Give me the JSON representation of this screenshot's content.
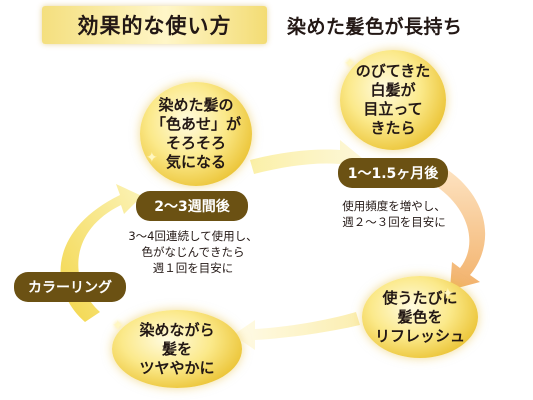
{
  "header": {
    "title": "効果的な使い方",
    "subtitle": "染めた髪色が長持ち"
  },
  "cycle": {
    "steps": [
      {
        "label": "染めながら\n髪を\nツヤやかに"
      },
      {
        "label": "染めた髪の\n「色あせ」が\nそろそろ\n気になる"
      },
      {
        "label": "のびてきた\n白髪が\n目立って\nきたら"
      },
      {
        "label": "使うたびに\n髪色を\nリフレッシュ"
      }
    ],
    "tags": {
      "coloring": "カラーリング",
      "weeks": "2〜3週間後",
      "months": "1〜1.5ヶ月後"
    },
    "notes": {
      "weeks_note": "3〜4回連続して使用し、\n色がなじんできたら\n週１回を目安に",
      "months_note": "使用頻度を増やし、\n週２〜３回を目安に"
    }
  },
  "colors": {
    "gold": "#ecc63b",
    "brown_tag": "#6b5113",
    "arrow_yellow": "#f6e06a",
    "arrow_orange": "#f3b870"
  }
}
